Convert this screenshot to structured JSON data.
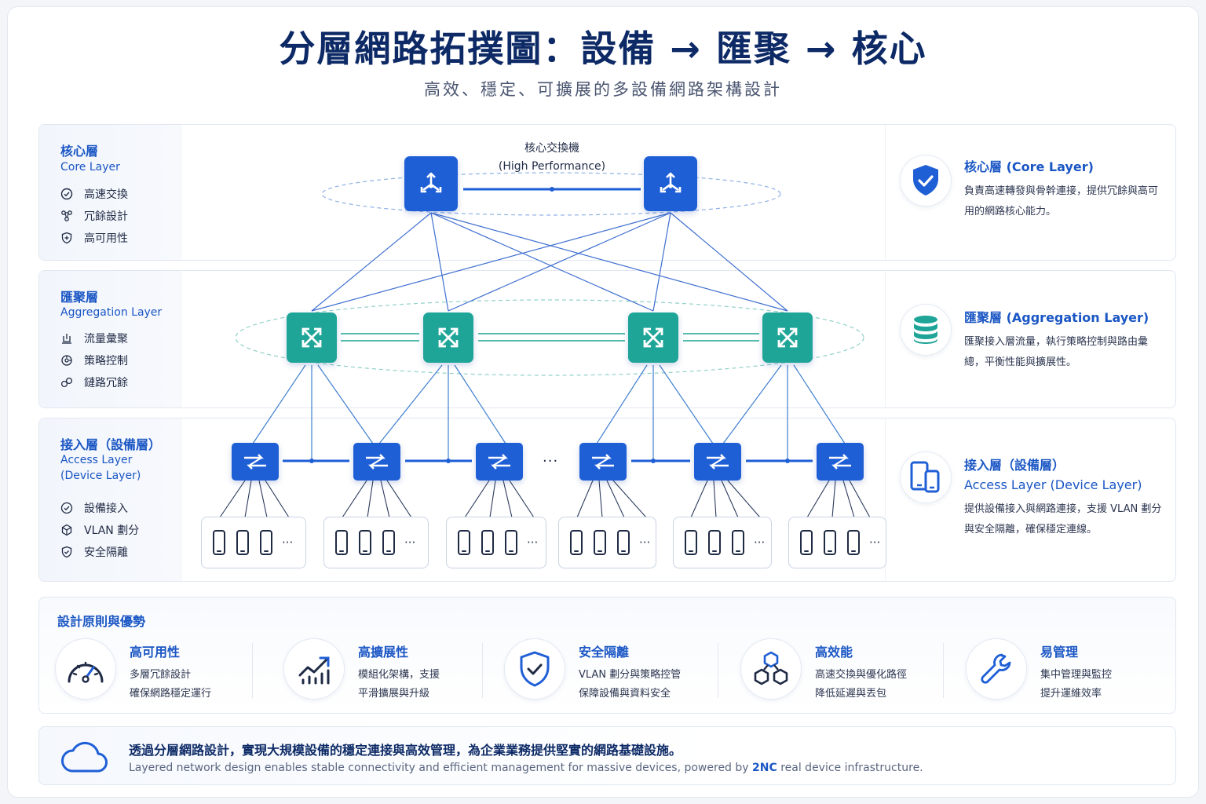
{
  "title": "分層網路拓撲圖：設備 → 匯聚 → 核心",
  "subtitle": "高效、穩定、可擴展的多設備網路架構設計",
  "core": {
    "left_title": "核心層",
    "left_sub": "Core Layer",
    "items": [
      "高速交換",
      "冗餘設計",
      "高可用性"
    ],
    "switch_label_1": "核心交換機",
    "switch_label_2": "(High Performance)",
    "right_title": "核心層 (Core Layer)",
    "right_desc": "負責高速轉發與骨幹連接，提供冗餘與高可用的網路核心能力。"
  },
  "aggregation": {
    "left_title": "匯聚層",
    "left_sub": "Aggregation Layer",
    "items": [
      "流量彙聚",
      "策略控制",
      "鏈路冗餘"
    ],
    "right_title": "匯聚層 (Aggregation Layer)",
    "right_desc": "匯聚接入層流量，執行策略控制與路由彙總，平衡性能與擴展性。"
  },
  "access": {
    "left_title": "接入層（設備層）",
    "left_sub_1": "Access Layer",
    "left_sub_2": "(Device Layer)",
    "items": [
      "設備接入",
      "VLAN 劃分",
      "安全隔離"
    ],
    "ellipsis": "···",
    "device_more": "···",
    "right_title_1": "接入層（設備層）",
    "right_title_2": "Access Layer (Device Layer)",
    "right_desc": "提供設備接入與網路連接，支援 VLAN 劃分與安全隔離，確保穩定連線。"
  },
  "principles": {
    "heading": "設計原則與優勢",
    "items": [
      {
        "title": "高可用性",
        "line1": "多層冗餘設計",
        "line2": "確保網路穩定運行",
        "icon": "gauge-icon"
      },
      {
        "title": "高擴展性",
        "line1": "模組化架構，支援",
        "line2": "平滑擴展與升級",
        "icon": "growth-chart-icon"
      },
      {
        "title": "安全隔離",
        "line1": "VLAN 劃分與策略控管",
        "line2": "保障設備與資料安全",
        "icon": "shield-check-icon"
      },
      {
        "title": "高效能",
        "line1": "高速交換與優化路徑",
        "line2": "降低延遲與丟包",
        "icon": "cubes-icon"
      },
      {
        "title": "易管理",
        "line1": "集中管理與監控",
        "line2": "提升運維效率",
        "icon": "wrench-icon"
      }
    ]
  },
  "footer": {
    "cn": "透過分層網路設計，實現大規模設備的穩定連接與高效管理，為企業業務提供堅實的網路基礎設施。",
    "en_pre": "Layered network design enables stable connectivity and efficient management for massive devices, powered by ",
    "en_brand": "2NC",
    "en_post": " real device infrastructure."
  },
  "colors": {
    "accent": "#1a56c4",
    "core_switch": "#1f5fd6",
    "aggregation_switch": "#1fa598",
    "access_switch": "#1f5fd6",
    "title": "#0d2a66"
  }
}
